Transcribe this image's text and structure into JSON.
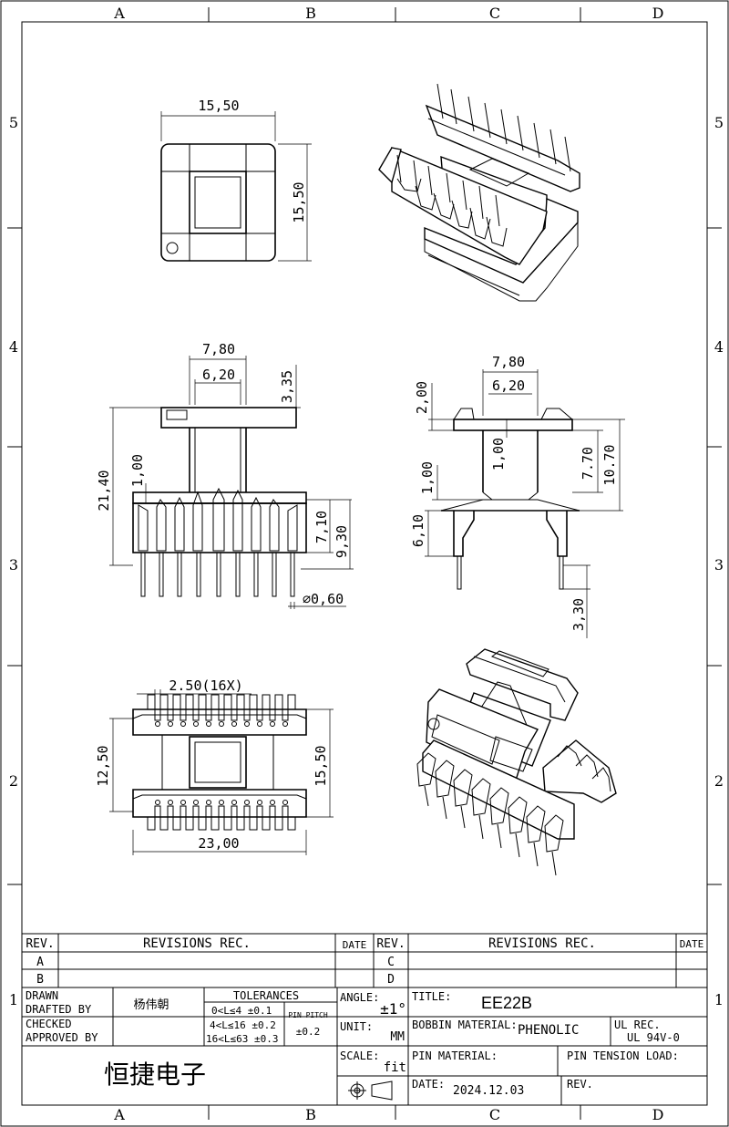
{
  "zones": {
    "columns": [
      "A",
      "B",
      "C",
      "D"
    ],
    "rows": [
      "5",
      "4",
      "3",
      "2",
      "1"
    ]
  },
  "dimensions": {
    "top_width": "15,50",
    "top_height": "15,50",
    "front_flange": "7,80",
    "front_core": "6,20",
    "front_top": "3,35",
    "front_total": "21,40",
    "front_wall": "1,00",
    "front_body": "7,10",
    "front_body2": "9,30",
    "pin_dia": "⌀0,60",
    "side_flange": "7,80",
    "side_core": "6,20",
    "side_top": "2,00",
    "side_wall1": "1,00",
    "side_wall2": "1,00",
    "side_h1": "7.70",
    "side_h2": "10.70",
    "side_pin_len": "6,10",
    "side_pin_tail": "3,30",
    "bottom_pitch": "2.50(16X)",
    "bottom_inner": "12,50",
    "bottom_outer": "15,50",
    "bottom_width": "23,00"
  },
  "title_block": {
    "rev_header": "REV.",
    "revisions_header": "REVISIONS REC.",
    "date_header": "DATE",
    "rev_rows_left": [
      "A",
      "B"
    ],
    "rev_rows_right": [
      "C",
      "D"
    ],
    "drawn_label": "DRAWN",
    "drafted_label": "DRAFTED  BY",
    "drafter": "杨伟朝",
    "checked_label": "CHECKED",
    "approved_label": "APPROVED BY",
    "tolerances_label": "TOLERANCES",
    "tol_1": "0<L≤4  ±0.1",
    "tol_2": "4<L≤16 ±0.2",
    "tol_3": "16<L≤63 ±0.3",
    "pin_pitch_label": "PIN PITCH",
    "pin_pitch_tol": "±0.2",
    "angle_label": "ANGLE:",
    "angle_value": "±1°",
    "unit_label": "UNIT:",
    "unit_value": "MM",
    "scale_label": "SCALE:",
    "scale_value": "fit",
    "company": "恒捷电子",
    "title_label": "TITLE:",
    "title_value": "EE22B",
    "bobbin_material_label": "BOBBIN MATERIAL:",
    "bobbin_material_value": "PHENOLIC",
    "ul_label": "UL REC.",
    "ul_value": "UL 94V-0",
    "pin_material_label": "PIN MATERIAL:",
    "pin_tension_label": "PIN TENSION LOAD:",
    "date_label": "DATE:",
    "date_value": "2024.12.03",
    "rev_label": "REV."
  }
}
